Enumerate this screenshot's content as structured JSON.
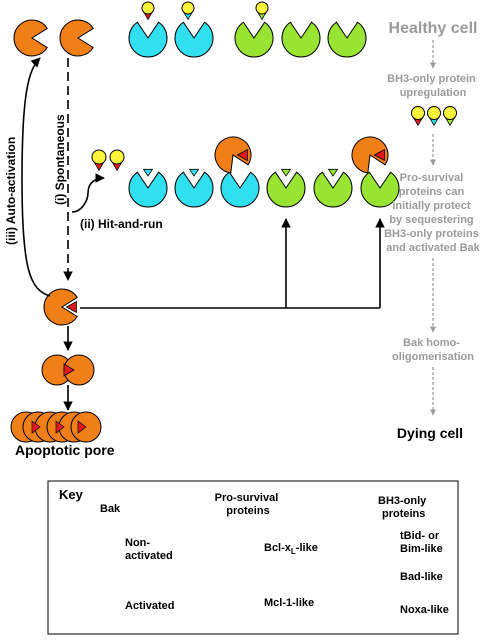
{
  "colors": {
    "bak": "#f07f17",
    "bcl_xl_like": "#31e0f0",
    "mcl1_like": "#99e433",
    "bh3_head": "#fbf63b",
    "tbid_tail": "#e11b1b",
    "bad_tail": "#31e0f0",
    "noxa_tail": "#99e433",
    "grey_text": "#9a9a9a"
  },
  "left_pathway": {
    "auto_activation": "(iii) Auto-activation",
    "spontaneous": "(i) Spontaneous",
    "hit_and_run": "(ii) Hit-and-run",
    "apoptotic_pore": "Apoptotic pore"
  },
  "right_pathway": {
    "healthy_cell": "Healthy cell",
    "bh3_upregulation": [
      "BH3-only protein",
      "upregulation"
    ],
    "pro_survival_text": [
      "Pro-survival",
      "proteins can",
      "initially protect",
      "by sequestering",
      "BH3-only proteins",
      "and activated Bak"
    ],
    "bak_homo": [
      "Bak homo-",
      "oligomerisation"
    ],
    "dying_cell": "Dying cell"
  },
  "key": {
    "title": "Key",
    "bak_header": "Bak",
    "pro_survival_header": [
      "Pro-survival",
      "proteins"
    ],
    "bh3_header": [
      "BH3-only",
      "proteins"
    ],
    "non_activated": [
      "Non-",
      "activated"
    ],
    "activated": "Activated",
    "bcl_xl_like_pre": "Bcl-x",
    "bcl_xl_like_sub": "L",
    "bcl_xl_like_post": "-like",
    "mcl1_like": "Mcl-1-like",
    "tbid_like": [
      "tBid- or",
      "Bim-like"
    ],
    "bad_like": "Bad-like",
    "noxa_like": "Noxa-like"
  }
}
